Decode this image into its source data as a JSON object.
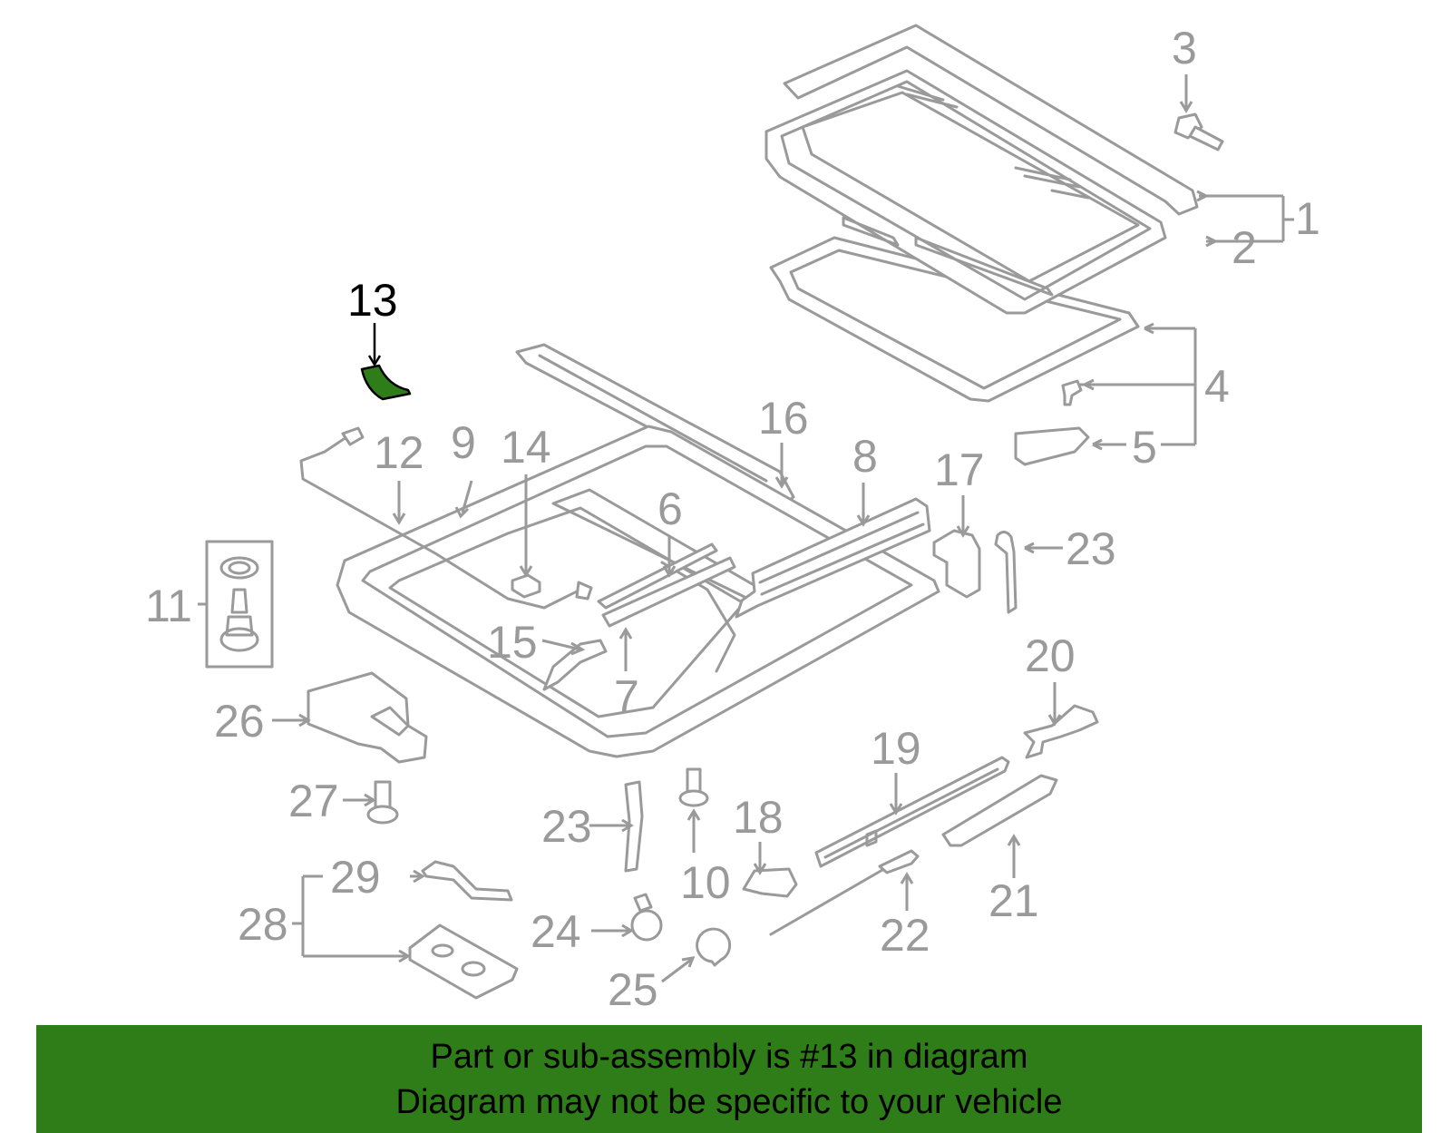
{
  "colors": {
    "line": "#9a9a9a",
    "highlight_part": "#2e7d18",
    "banner_bg": "#2e7d18",
    "banner_text": "#000000"
  },
  "highlighted_part": "13",
  "callouts": {
    "c1": "1",
    "c2": "2",
    "c3": "3",
    "c4": "4",
    "c5": "5",
    "c6": "6",
    "c7": "7",
    "c8": "8",
    "c9": "9",
    "c10": "10",
    "c11": "11",
    "c12": "12",
    "c13": "13",
    "c14": "14",
    "c15": "15",
    "c16": "16",
    "c17": "17",
    "c18": "18",
    "c19": "19",
    "c20": "20",
    "c21": "21",
    "c22": "22",
    "c23a": "23",
    "c23b": "23",
    "c24": "24",
    "c25": "25",
    "c26": "26",
    "c27": "27",
    "c28": "28",
    "c29": "29"
  },
  "banner": {
    "line1": "Part or sub-assembly is #13 in diagram",
    "line2": "Diagram may not be specific to your vehicle"
  }
}
